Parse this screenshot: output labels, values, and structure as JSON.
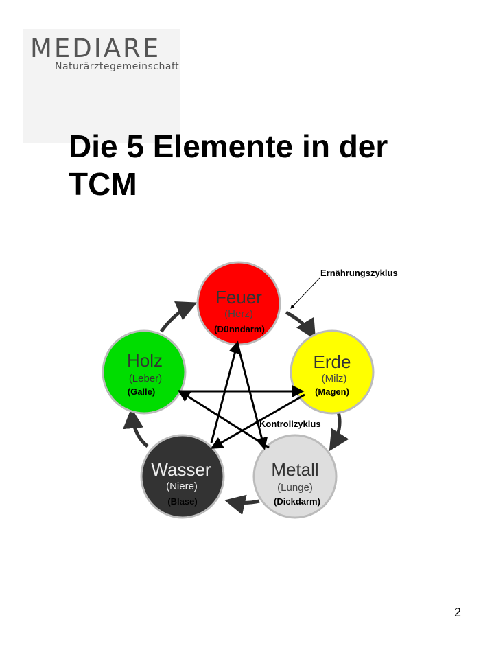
{
  "logo": {
    "name": "MEDIARE",
    "subtitle": "Naturärztegemeinschaft"
  },
  "title": "Die 5 Elemente in der TCM",
  "page_number": "2",
  "diagram": {
    "elements": [
      {
        "name": "Feuer",
        "organ": "(Herz)",
        "organ2": "(Dünndarm)",
        "color": "#ff0000"
      },
      {
        "name": "Erde",
        "organ": "(Milz)",
        "organ2": "(Magen)",
        "color": "#ffff00"
      },
      {
        "name": "Metall",
        "organ": "(Lunge)",
        "organ2": "(Dickdarm)",
        "color": "#dedede"
      },
      {
        "name": "Wasser",
        "organ": "(Niere)",
        "organ2": "(Blase)",
        "color": "#333333"
      },
      {
        "name": "Holz",
        "organ": "(Leber)",
        "organ2": "(Galle)",
        "color": "#00dd00"
      }
    ],
    "labels": {
      "nourishing_cycle": "Ernährungszyklus",
      "control_cycle": "Kontrollzyklus"
    }
  }
}
